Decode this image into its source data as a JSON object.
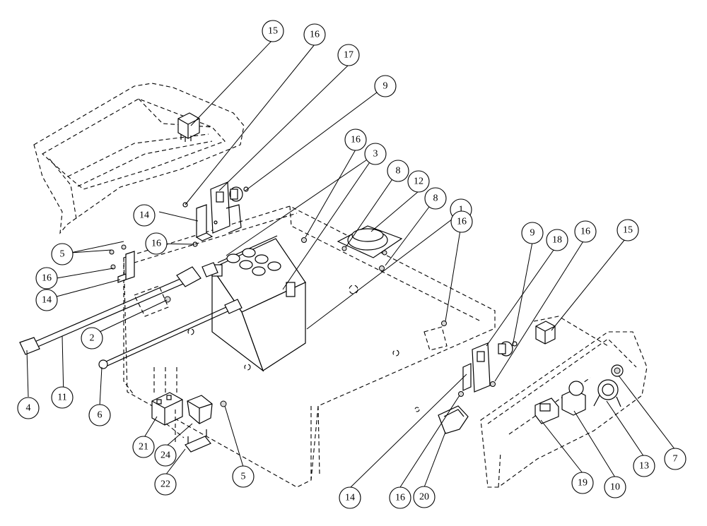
{
  "balloons": [
    {
      "id": "b1",
      "label": "15"
    },
    {
      "id": "b2",
      "label": "16"
    },
    {
      "id": "b3",
      "label": "17"
    },
    {
      "id": "b4",
      "label": "9"
    },
    {
      "id": "b5",
      "label": "16"
    },
    {
      "id": "b6",
      "label": "3"
    },
    {
      "id": "b7",
      "label": "8"
    },
    {
      "id": "b8",
      "label": "12"
    },
    {
      "id": "b9",
      "label": "8"
    },
    {
      "id": "b10",
      "label": "1"
    },
    {
      "id": "b11",
      "label": "16"
    },
    {
      "id": "b12",
      "label": "14"
    },
    {
      "id": "b13",
      "label": "16"
    },
    {
      "id": "b14",
      "label": "5"
    },
    {
      "id": "b15",
      "label": "16"
    },
    {
      "id": "b16",
      "label": "14"
    },
    {
      "id": "b17",
      "label": "18"
    },
    {
      "id": "b18",
      "label": "9"
    },
    {
      "id": "b19",
      "label": "16"
    },
    {
      "id": "b20",
      "label": "15"
    },
    {
      "id": "b21",
      "label": "2"
    },
    {
      "id": "b22",
      "label": "4"
    },
    {
      "id": "b23",
      "label": "11"
    },
    {
      "id": "b24",
      "label": "6"
    },
    {
      "id": "b25",
      "label": "21"
    },
    {
      "id": "b26",
      "label": "24"
    },
    {
      "id": "b27",
      "label": "22"
    },
    {
      "id": "b28",
      "label": "5"
    },
    {
      "id": "b29",
      "label": "14"
    },
    {
      "id": "b30",
      "label": "16"
    },
    {
      "id": "b31",
      "label": "20"
    },
    {
      "id": "b32",
      "label": "19"
    },
    {
      "id": "b33",
      "label": "10"
    },
    {
      "id": "b34",
      "label": "13"
    },
    {
      "id": "b35",
      "label": "7"
    }
  ]
}
